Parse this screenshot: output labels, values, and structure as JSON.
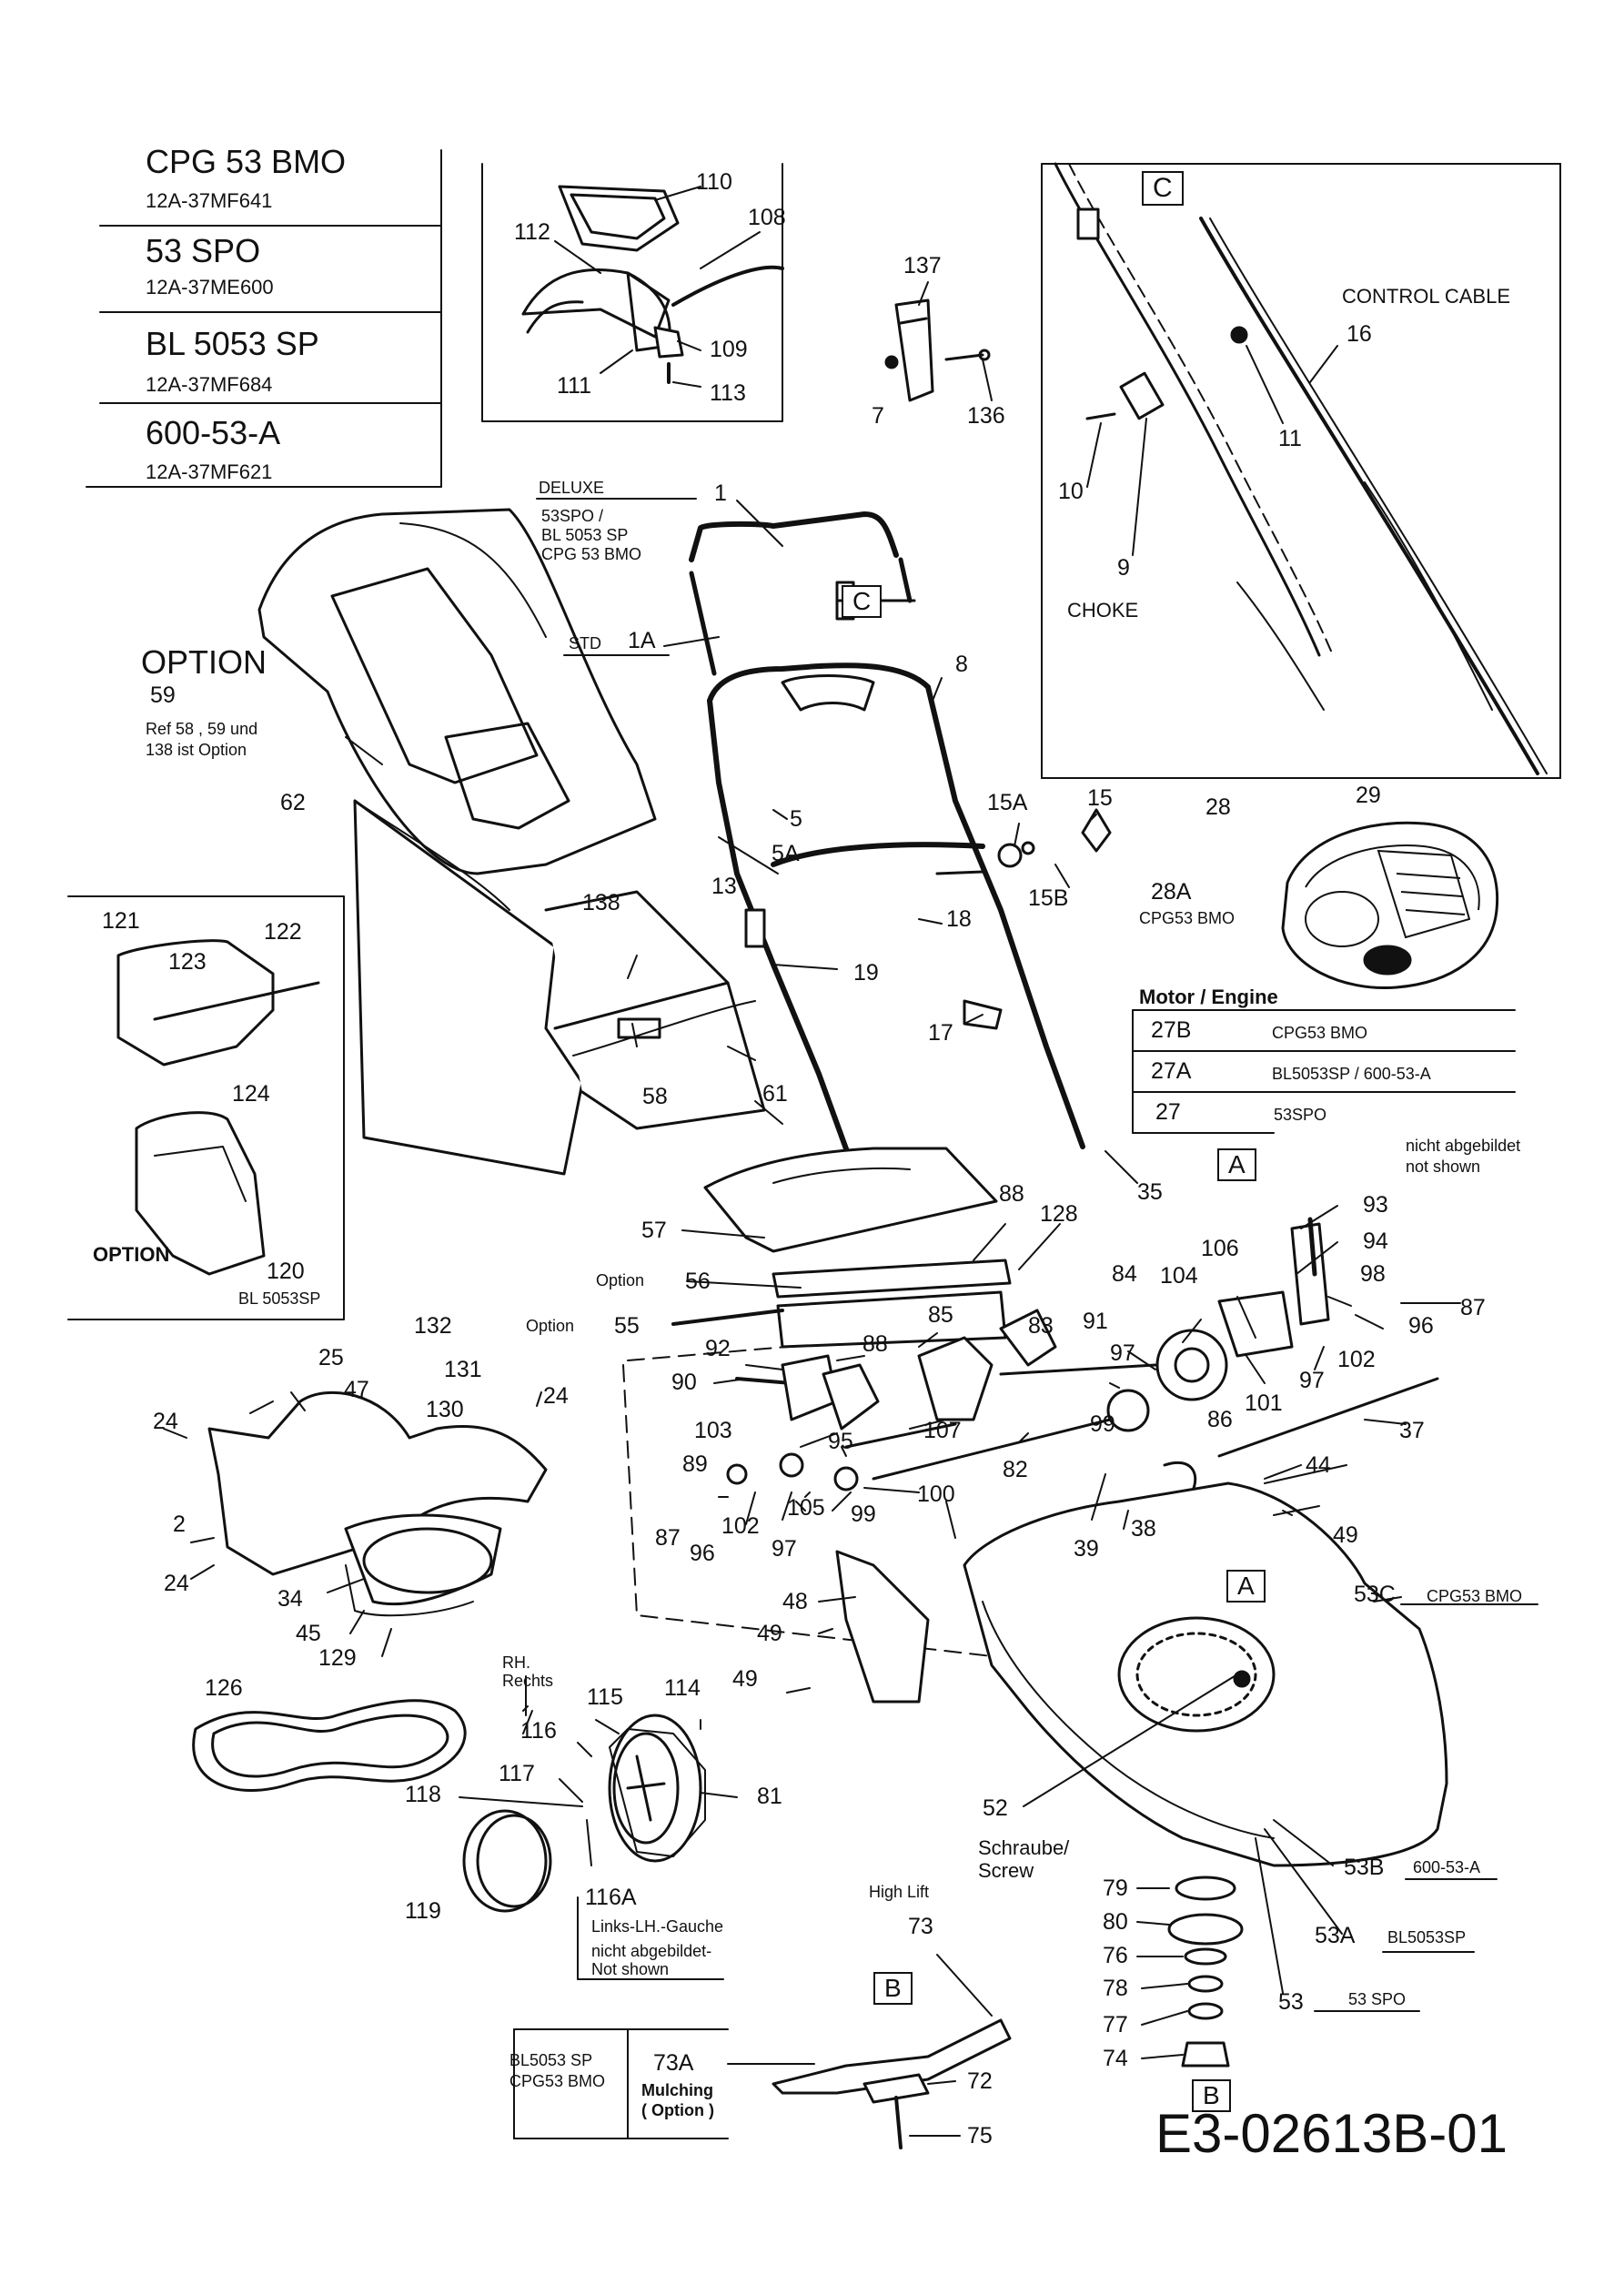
{
  "models": [
    {
      "name": "CPG 53 BMO",
      "code": "12A-37MF641"
    },
    {
      "name": "53 SPO",
      "code": "12A-37ME600"
    },
    {
      "name": "BL 5053 SP",
      "code": "12A-37MF684"
    },
    {
      "name": "600-53-A",
      "code": "12A-37MF621"
    }
  ],
  "drawing_number": "E3-02613B-01",
  "option_block": {
    "title": "OPTION",
    "number": "59",
    "note1": "Ref 58 , 59 und",
    "note2": "138 ist Option"
  },
  "handle_box": {
    "deluxe": "DELUXE",
    "models1": "53SPO /",
    "models2": "BL 5053 SP",
    "models3": "CPG 53 BMO",
    "std": "STD",
    "std_part": "1A"
  },
  "detail_c": {
    "marker": "C",
    "control_cable": "CONTROL CABLE",
    "choke": "CHOKE"
  },
  "motor_engine": {
    "title": "Motor / Engine",
    "rows": [
      {
        "part": "27B",
        "model": "CPG53 BMO"
      },
      {
        "part": "27A",
        "model": "BL5053SP / 600-53-A"
      },
      {
        "part": "27",
        "model": "53SPO"
      }
    ],
    "marker": "A",
    "note1": "nicht abgebildet",
    "note2": "not shown"
  },
  "engine_labels": {
    "p28": "28",
    "p29": "29",
    "p28a": "28A",
    "p28a_model": "CPG53 BMO"
  },
  "left_option": {
    "title": "OPTION",
    "part": "120",
    "model": "BL 5053SP"
  },
  "deck_labels": {
    "p53c_model": "CPG53 BMO",
    "p53b_model": "600-53-A",
    "p53a_model": "BL5053SP",
    "p53_model": "53 SPO",
    "screw1": "Schraube/",
    "screw2": "Screw",
    "marker_a": "A"
  },
  "wheel_labels": {
    "rh1": "RH.",
    "rh2": "Rechts",
    "p116a": "116A",
    "lh": "Links-LH.-Gauche",
    "ns1": "nicht abgebildet-",
    "ns2": "Not shown"
  },
  "blade_labels": {
    "high_lift": "High Lift",
    "marker_b": "B",
    "models1": "BL5053 SP",
    "models2": "CPG53 BMO",
    "p73a": "73A",
    "mulch1": "Mulching",
    "mulch2": "( Option )"
  },
  "option_words": {
    "o56": "Option",
    "o55": "Option"
  },
  "part_numbers": {
    "p110": "110",
    "p108": "108",
    "p112": "112",
    "p109": "109",
    "p111": "111",
    "p113": "113",
    "p137": "137",
    "p7a": "7",
    "p136": "136",
    "p16": "16",
    "p11": "11",
    "p10": "10",
    "p9": "9",
    "p1": "1",
    "p8": "8",
    "p5": "5",
    "p5a": "5A",
    "p13": "13",
    "p15a": "15A",
    "p15": "15",
    "p15b": "15B",
    "p18": "18",
    "p19": "19",
    "p17": "17",
    "p62": "62",
    "p138": "138",
    "p58": "58",
    "p61": "61",
    "p35": "35",
    "p121": "121",
    "p122": "122",
    "p123": "123",
    "p124": "124",
    "p57": "57",
    "p88a": "88",
    "p128": "128",
    "p56": "56",
    "p55": "55",
    "p93": "93",
    "p94": "94",
    "p106": "106",
    "p84": "84",
    "p104": "104",
    "p98": "98",
    "p87a": "87",
    "p96a": "96",
    "p102a": "102",
    "p97a": "97",
    "p91": "91",
    "p83": "83",
    "p85": "85",
    "p88b": "88",
    "p92": "92",
    "p97b": "97",
    "p86": "86",
    "p101": "101",
    "p99a": "99",
    "p37": "37",
    "p90": "90",
    "p107": "107",
    "p103": "103",
    "p95": "95",
    "p89": "89",
    "p82": "82",
    "p44": "44",
    "p49a": "49",
    "p87b": "87",
    "p96b": "96",
    "p102b": "102",
    "p97c": "97",
    "p105": "105",
    "p99b": "99",
    "p100": "100",
    "p39": "39",
    "p38": "38",
    "p132": "132",
    "p25": "25",
    "p131": "131",
    "p47": "47",
    "p130": "130",
    "p24a": "24",
    "p24b": "24",
    "p2": "2",
    "p24c": "24",
    "p34": "34",
    "p45": "45",
    "p129": "129",
    "p48": "48",
    "p49b": "49",
    "p49c": "49",
    "p53c": "53C",
    "p126": "126",
    "p114": "114",
    "p115": "115",
    "p116": "116",
    "p117": "117",
    "p118": "118",
    "p81": "81",
    "p119": "119",
    "p52": "52",
    "p79": "79",
    "p80": "80",
    "p76": "76",
    "p78": "78",
    "p77": "77",
    "p74": "74",
    "p53b": "53B",
    "p53a": "53A",
    "p53": "53",
    "p73": "73",
    "p72": "72",
    "p75": "75"
  }
}
